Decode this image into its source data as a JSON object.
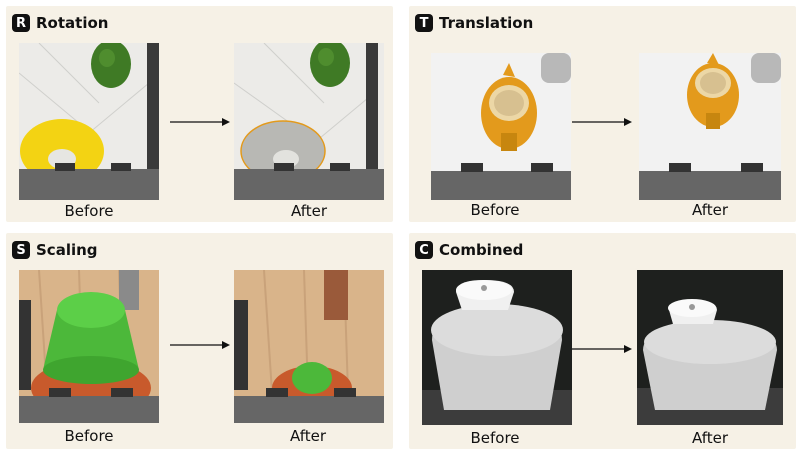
{
  "panels": [
    {
      "badge": "R",
      "title": "Rotation",
      "before": "Before",
      "after": "After"
    },
    {
      "badge": "T",
      "title": "Translation",
      "before": "Before",
      "after": "After"
    },
    {
      "badge": "S",
      "title": "Scaling",
      "before": "Before",
      "after": "After"
    },
    {
      "badge": "C",
      "title": "Combined",
      "before": "Before",
      "after": "After"
    }
  ],
  "colors": {
    "panel_bg": "#f6f1e6",
    "donut_yellow": "#f3d313",
    "donut_gray": "#b8b8b4",
    "avocado": "#3f7a25",
    "kettle_orange": "#e39a1c",
    "green_cup": "#4cb83a",
    "wood": "#d9b48a",
    "lid_white": "#e8e8e8"
  }
}
